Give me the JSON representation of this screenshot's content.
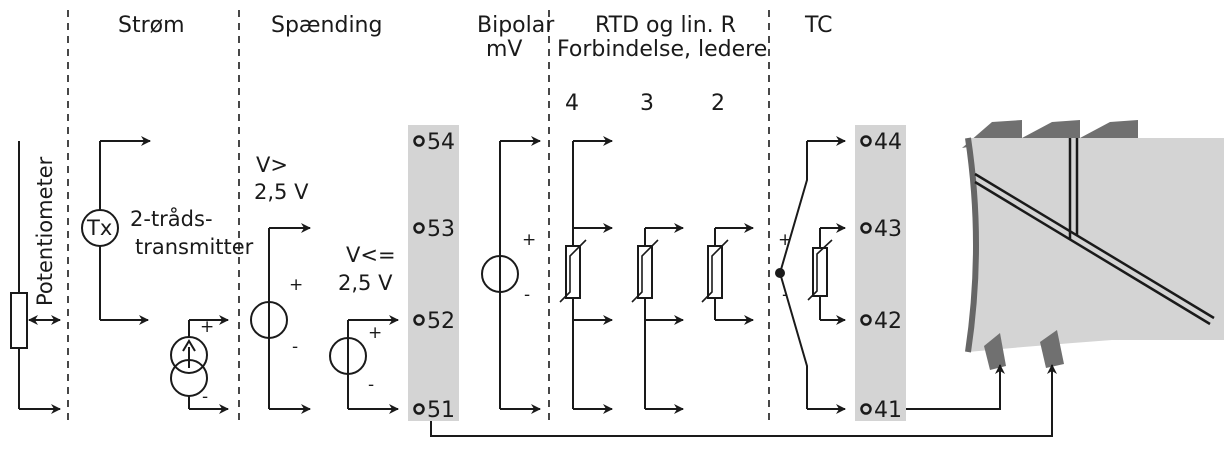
{
  "sections": {
    "strom": "Strøm",
    "spaending": "Spænding",
    "bipolar_line1": "Bipolar",
    "bipolar_line2": "mV",
    "rtd_line1": "RTD og lin. R",
    "rtd_line2": "Forbindelse, ledere",
    "tc": "TC"
  },
  "wires": {
    "four": "4",
    "three": "3",
    "two": "2"
  },
  "labels": {
    "potentiometer": "Potentiometer",
    "tx": "Tx",
    "transmitter_line1": "2-tråds-",
    "transmitter_line2": "transmitter",
    "v_high_line1": "V>",
    "v_high_line2": "2,5 V",
    "v_low_line1": "V<=",
    "v_low_line2": "2,5 V",
    "plus": "+",
    "minus": "-"
  },
  "terminals_left": [
    "54",
    "53",
    "52",
    "51"
  ],
  "terminals_right": [
    "44",
    "43",
    "42",
    "41"
  ]
}
